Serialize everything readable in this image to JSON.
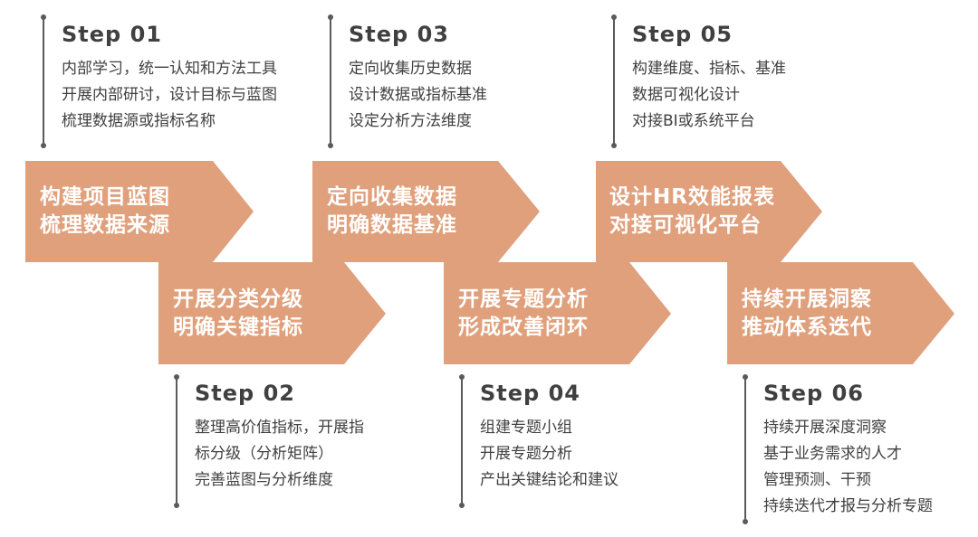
{
  "colors": {
    "accent": "#E0A07C",
    "text": "#404040",
    "line": "#5A5A5A"
  },
  "steps": [
    {
      "title": "Step  01",
      "lines": [
        "内部学习，统一认知和方法工具",
        "开展内部研讨，设计目标与蓝图",
        "梳理数据源或指标名称"
      ]
    },
    {
      "title": "Step  02",
      "lines": [
        "整理高价值指标，开展指",
        "标分级（分析矩阵）",
        "完善蓝图与分析维度"
      ]
    },
    {
      "title": "Step  03",
      "lines": [
        "定向收集历史数据",
        "设计数据或指标基准",
        "设定分析方法维度"
      ]
    },
    {
      "title": "Step  04",
      "lines": [
        "组建专题小组",
        "开展专题分析",
        "产出关键结论和建议"
      ]
    },
    {
      "title": "Step  05",
      "lines": [
        "构建维度、指标、基准",
        "数据可视化设计",
        "对接BI或系统平台"
      ]
    },
    {
      "title": "Step  06",
      "lines": [
        "持续开展深度洞察",
        "基于业务需求的人才",
        "管理预测、干预",
        "持续迭代才报与分析专题"
      ]
    }
  ],
  "shapes": [
    {
      "line1": "构建项目蓝图",
      "line2": "梳理数据来源"
    },
    {
      "line1": "开展分类分级",
      "line2": "明确关键指标"
    },
    {
      "line1": "定向收集数据",
      "line2": "明确数据基准"
    },
    {
      "line1": "开展专题分析",
      "line2": "形成改善闭环"
    },
    {
      "line1": "设计HR效能报表",
      "line2": "对接可视化平台"
    },
    {
      "line1": "持续开展洞察",
      "line2": "推动体系迭代"
    }
  ]
}
